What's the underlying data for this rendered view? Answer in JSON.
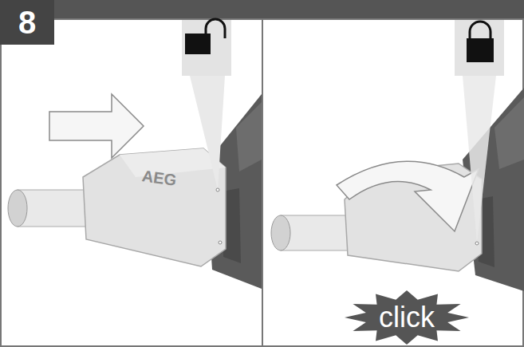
{
  "diagram": {
    "nodes": [
      {
        "text": [
          "8"
        ]
      },
      {
        "text": [
          "click"
        ]
      }
    ],
    "labels": [
      "AEG"
    ]
  }
}
